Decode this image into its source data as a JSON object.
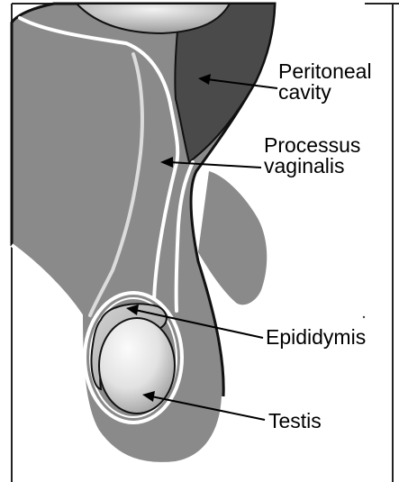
{
  "labels": {
    "peritoneal_cavity": {
      "line1": "Peritoneal",
      "line2": "cavity"
    },
    "processus_vaginalis": {
      "line1": "Processus",
      "line2": "vaginalis"
    },
    "epididymis": {
      "line1": "Epididymis"
    },
    "testis": {
      "line1": "Testis"
    }
  },
  "colors": {
    "tissue": "#8a8a8a",
    "cavity": "#4a4a4a",
    "outline": "#111111",
    "membrane": "#ffffff",
    "testis_highlight": "#f4f4f4",
    "testis_shadow": "#9a9a9a",
    "epididymis": "#b8b8b8",
    "background": "#ffffff"
  }
}
